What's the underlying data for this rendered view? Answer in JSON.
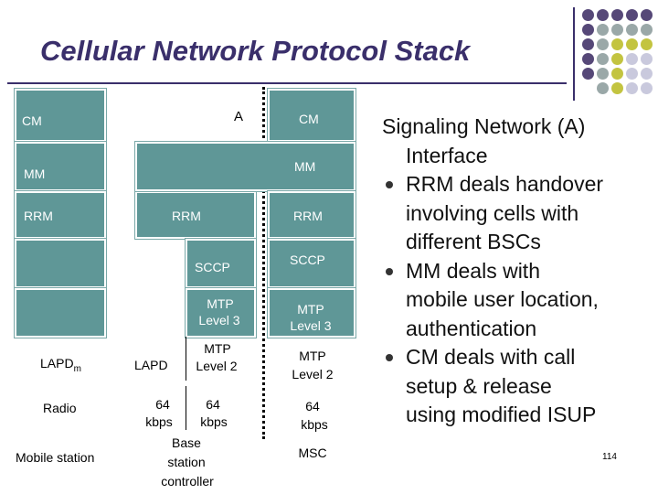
{
  "title": "Cellular Network Protocol Stack",
  "colors": {
    "box": "#5f9797",
    "purple": "#564878",
    "gray": "#9aa8a8",
    "yellow": "#c3c440",
    "lavender": "#c9c9dd"
  },
  "interface_label": "A",
  "mobile_station": {
    "layers": [
      "CM",
      "MM",
      "RRM",
      "",
      "",
      "LAPDm",
      "Radio"
    ],
    "label": "Mobile station"
  },
  "bsc": {
    "rrm": "RRM",
    "sccp": "SCCP",
    "mtp3": [
      "MTP",
      "Level 3"
    ],
    "lapd": "LAPD",
    "mtp2": [
      "MTP",
      "Level 2"
    ],
    "kbps_left": [
      "64",
      "kbps"
    ],
    "kbps_right": [
      "64",
      "kbps"
    ],
    "label": [
      "Base",
      "station",
      "controller"
    ]
  },
  "msc": {
    "cm": "CM",
    "mm": "MM",
    "rrm": "RRM",
    "sccp": "SCCP",
    "mtp3": [
      "MTP",
      "Level 3"
    ],
    "mtp2": [
      "MTP",
      "Level 2"
    ],
    "kbps": [
      "64",
      "kbps"
    ],
    "label": "MSC"
  },
  "right_text": {
    "heading": [
      "Signaling Network (A)",
      "Interface"
    ],
    "bullets": [
      [
        "RRM deals handover",
        "involving cells with",
        "different BSCs"
      ],
      [
        "MM deals with",
        "mobile user location,",
        "authentication"
      ],
      [
        "CM deals with call",
        "setup & release",
        "using modified ISUP"
      ]
    ]
  },
  "page_number": "114"
}
